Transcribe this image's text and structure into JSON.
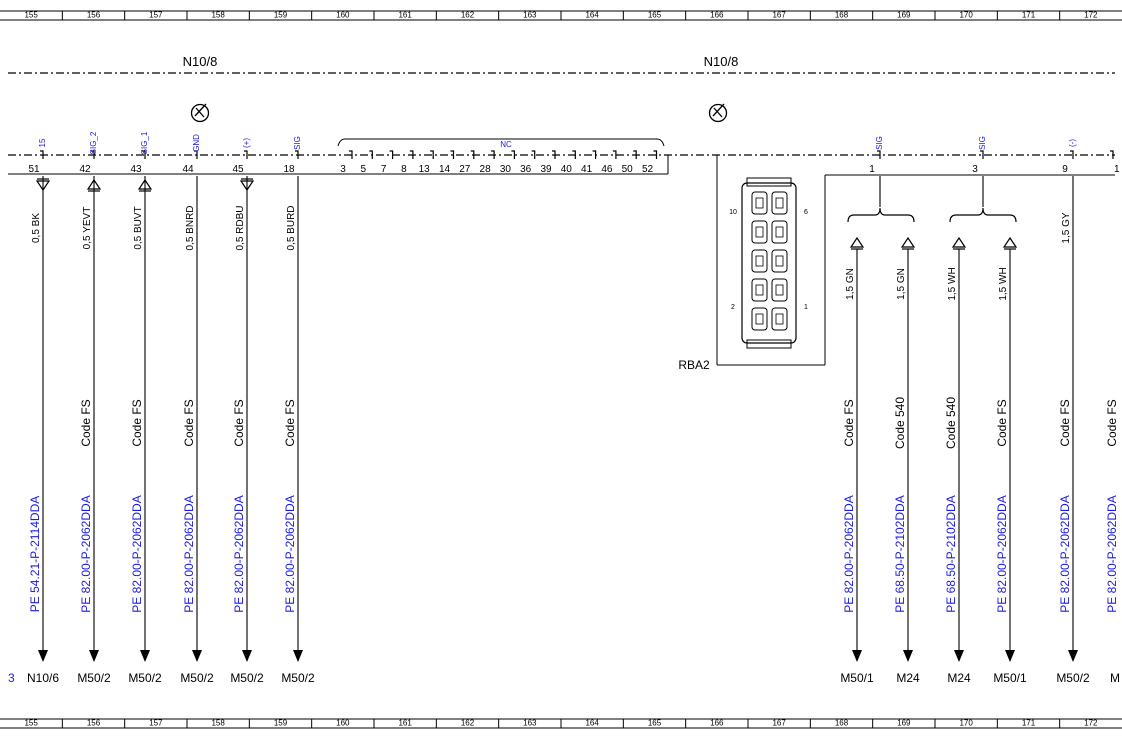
{
  "grid_columns": [
    "155",
    "156",
    "157",
    "158",
    "159",
    "160",
    "161",
    "162",
    "163",
    "164",
    "165",
    "166",
    "167",
    "168",
    "169",
    "170",
    "171",
    "172"
  ],
  "components": [
    {
      "label": "N10/8"
    },
    {
      "label": "N10/8"
    }
  ],
  "pin_groups": [
    {
      "label": "NC",
      "pins": [
        "3",
        "5",
        "7",
        "8",
        "13",
        "14",
        "27",
        "28",
        "30",
        "36",
        "39",
        "40",
        "41",
        "46",
        "50",
        "52"
      ]
    }
  ],
  "connector": {
    "label": "RBA2",
    "pins": [
      "10",
      "6",
      "2",
      "1"
    ]
  },
  "wires": [
    {
      "pin": "51",
      "signal": "15",
      "wire": "0,5 BK",
      "code": "",
      "doc": "PE 54.21-P-2114DDA",
      "dest": "N10/6",
      "arrow": "down"
    },
    {
      "pin": "42",
      "signal": "SIG_2",
      "wire": "0,5 YEVT",
      "code": "Code FS",
      "doc": "PE 82.00-P-2062DDA",
      "dest": "M50/2",
      "arrow": "up"
    },
    {
      "pin": "43",
      "signal": "SIG_1",
      "wire": "0,5 BUVT",
      "code": "Code FS",
      "doc": "PE 82.00-P-2062DDA",
      "dest": "M50/2",
      "arrow": "up"
    },
    {
      "pin": "44",
      "signal": "GND",
      "wire": "0,5 BNRD",
      "code": "Code FS",
      "doc": "PE 82.00-P-2062DDA",
      "dest": "M50/2",
      "arrow": "none"
    },
    {
      "pin": "45",
      "signal": "(+)",
      "wire": "0,5 RDBU",
      "code": "Code FS",
      "doc": "PE 82.00-P-2062DDA",
      "dest": "M50/2",
      "arrow": "down"
    },
    {
      "pin": "18",
      "signal": "SIG",
      "wire": "0,5 BURD",
      "code": "Code FS",
      "doc": "PE 82.00-P-2062DDA",
      "dest": "M50/2",
      "arrow": "none"
    },
    {
      "pin": "",
      "signal": "",
      "wire": "1,5 GN",
      "code": "Code FS",
      "doc": "PE 82.00-P-2062DDA",
      "dest": "M50/1",
      "arrow": "up"
    },
    {
      "pin": "",
      "signal": "",
      "wire": "1,5 GN",
      "code": "Code 540",
      "doc": "PE 68.50-P-2102DDA",
      "dest": "M24",
      "arrow": "up"
    },
    {
      "pin": "",
      "signal": "",
      "wire": "1,5 WH",
      "code": "Code 540",
      "doc": "PE 68.50-P-2102DDA",
      "dest": "M24",
      "arrow": "up"
    },
    {
      "pin": "",
      "signal": "",
      "wire": "1,5 WH",
      "code": "Code FS",
      "doc": "PE 82.00-P-2062DDA",
      "dest": "M50/1",
      "arrow": "up"
    },
    {
      "pin": "9",
      "signal": "(-)",
      "wire": "1,5 GY",
      "code": "Code FS",
      "doc": "PE 82.00-P-2062DDA",
      "dest": "M50/2",
      "arrow": "none"
    }
  ],
  "splices": [
    {
      "pin": "1",
      "signal": "SIG"
    },
    {
      "pin": "3",
      "signal": "SIG"
    }
  ],
  "edge_fragments": {
    "right_pin": "1",
    "right_code": "Code FS",
    "right_doc": "PE 82.00-P-2062DDA",
    "right_dest": "M",
    "left_dest": "3"
  },
  "colors": {
    "line": "#000000",
    "link": "#1a1ae6"
  }
}
